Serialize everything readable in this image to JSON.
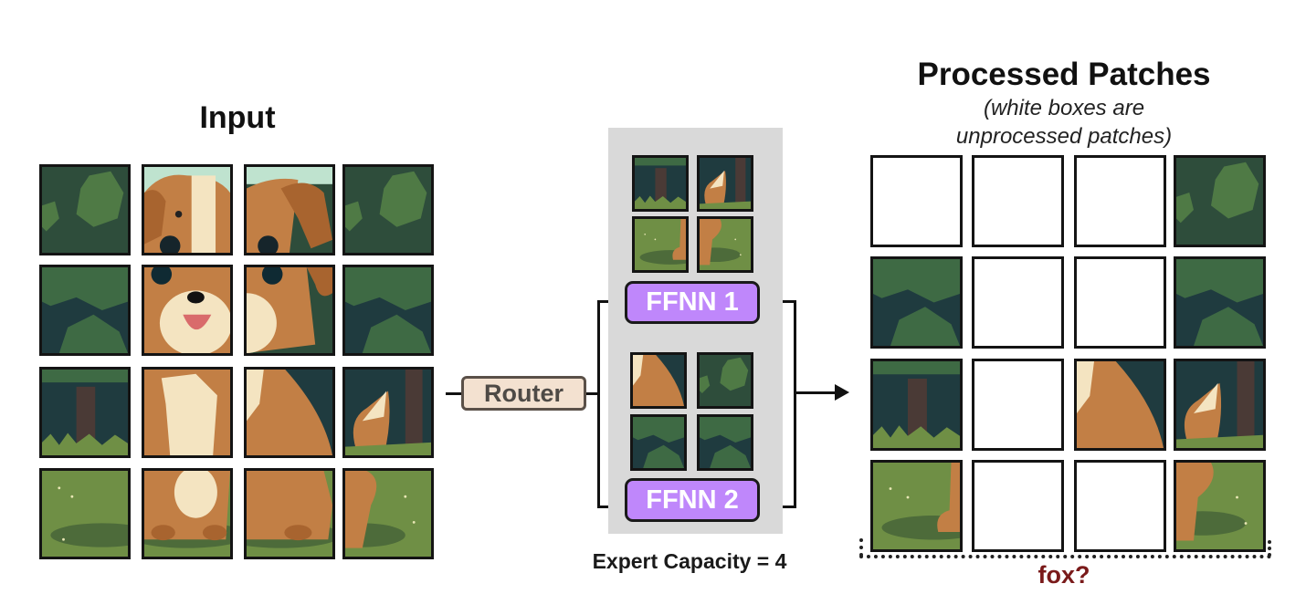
{
  "input": {
    "title": "Input",
    "grid_rows": 4,
    "grid_cols": 4,
    "patches": [
      [
        "forest-leaves",
        "dog-ear-left",
        "dog-ear-right",
        "forest-leaves"
      ],
      [
        "forest-bush",
        "dog-face",
        "dog-face-right",
        "forest-bush"
      ],
      [
        "forest-tree",
        "dog-chest",
        "dog-body",
        "dog-tail-tree"
      ],
      [
        "grass",
        "dog-paws-left",
        "dog-paws-right",
        "grass-tail"
      ]
    ]
  },
  "router": {
    "label": "Router"
  },
  "experts": [
    {
      "label": "FFNN 1",
      "patches": [
        "forest-tree",
        "dog-tail-tree",
        "grass-paw",
        "grass-leg"
      ]
    },
    {
      "label": "FFNN 2",
      "patches": [
        "dog-body",
        "forest-leaves",
        "forest-bush",
        "forest-bush"
      ]
    }
  ],
  "expert_capacity": {
    "label": "Expert Capacity = 4",
    "value": 4
  },
  "output": {
    "title": "Processed Patches",
    "subtitle_line1": "(white boxes are",
    "subtitle_line2": "unprocessed patches)",
    "patches": [
      [
        "empty",
        "empty",
        "empty",
        "forest-leaves"
      ],
      [
        "forest-bush",
        "empty",
        "empty",
        "forest-bush"
      ],
      [
        "forest-tree",
        "empty",
        "dog-body",
        "dog-tail-tree"
      ],
      [
        "grass-paw",
        "empty",
        "empty",
        "grass-leg"
      ]
    ],
    "annotation": "fox?"
  },
  "colors": {
    "ffnn_fill": "#bf87fb",
    "router_fill": "#f3e1d0",
    "panel_bg": "#d9d9d9",
    "annotation": "#7a1a1a"
  }
}
